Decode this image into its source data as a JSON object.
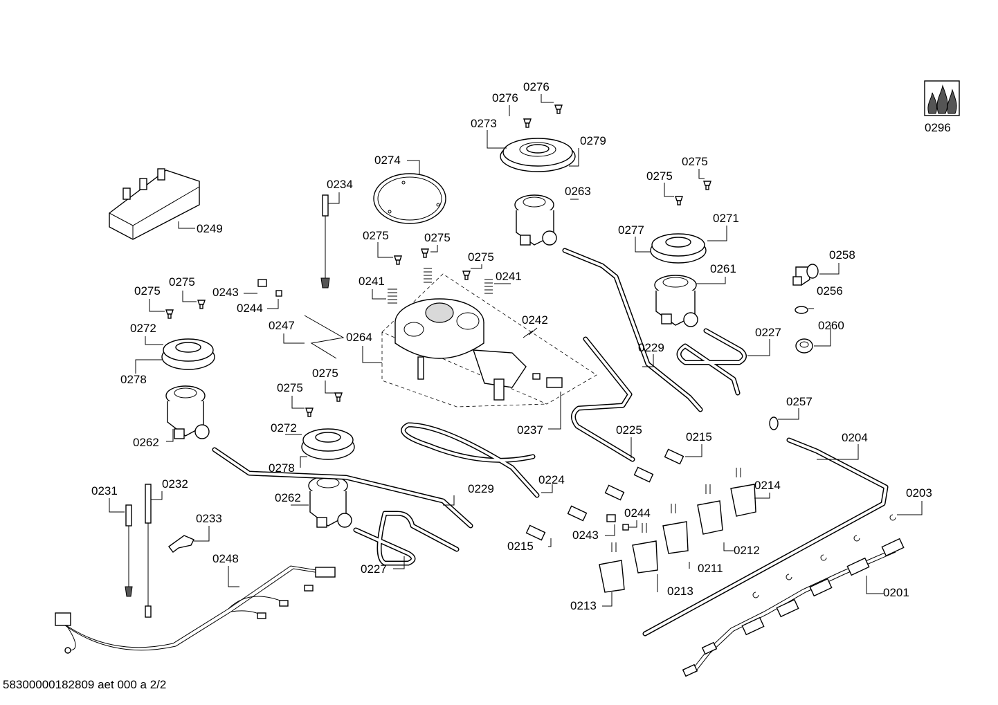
{
  "document_id": "58300000182809 aet 000 a 2/2",
  "labels": [
    {
      "id": "l-0276a",
      "text": "0276"
    },
    {
      "id": "l-0276b",
      "text": "0276"
    },
    {
      "id": "l-0273",
      "text": "0273"
    },
    {
      "id": "l-0279",
      "text": "0279"
    },
    {
      "id": "l-0274",
      "text": "0274"
    },
    {
      "id": "l-0263",
      "text": "0263"
    },
    {
      "id": "l-0234",
      "text": "0234"
    },
    {
      "id": "l-0249",
      "text": "0249"
    },
    {
      "id": "l-0275a",
      "text": "0275"
    },
    {
      "id": "l-0275b",
      "text": "0275"
    },
    {
      "id": "l-0277",
      "text": "0277"
    },
    {
      "id": "l-0271",
      "text": "0271"
    },
    {
      "id": "l-0275c",
      "text": "0275"
    },
    {
      "id": "l-0275d",
      "text": "0275"
    },
    {
      "id": "l-0275e",
      "text": "0275"
    },
    {
      "id": "l-0241a",
      "text": "0241"
    },
    {
      "id": "l-0241b",
      "text": "0241"
    },
    {
      "id": "l-0258",
      "text": "0258"
    },
    {
      "id": "l-0261",
      "text": "0261"
    },
    {
      "id": "l-0275f",
      "text": "0275"
    },
    {
      "id": "l-0275g",
      "text": "0275"
    },
    {
      "id": "l-0243a",
      "text": "0243"
    },
    {
      "id": "l-0244a",
      "text": "0244"
    },
    {
      "id": "l-0256",
      "text": "0256"
    },
    {
      "id": "l-0242",
      "text": "0242"
    },
    {
      "id": "l-0260",
      "text": "0260"
    },
    {
      "id": "l-0272a",
      "text": "0272"
    },
    {
      "id": "l-0247",
      "text": "0247"
    },
    {
      "id": "l-0264",
      "text": "0264"
    },
    {
      "id": "l-0227a",
      "text": "0227"
    },
    {
      "id": "l-0229a",
      "text": "0229"
    },
    {
      "id": "l-0278a",
      "text": "0278"
    },
    {
      "id": "l-0275h",
      "text": "0275"
    },
    {
      "id": "l-0275i",
      "text": "0275"
    },
    {
      "id": "l-0257",
      "text": "0257"
    },
    {
      "id": "l-0262a",
      "text": "0262"
    },
    {
      "id": "l-0272b",
      "text": "0272"
    },
    {
      "id": "l-0237",
      "text": "0237"
    },
    {
      "id": "l-0225",
      "text": "0225"
    },
    {
      "id": "l-0215a",
      "text": "0215"
    },
    {
      "id": "l-0204",
      "text": "0204"
    },
    {
      "id": "l-0278b",
      "text": "0278"
    },
    {
      "id": "l-0224",
      "text": "0224"
    },
    {
      "id": "l-0214",
      "text": "0214"
    },
    {
      "id": "l-0231",
      "text": "0231"
    },
    {
      "id": "l-0232",
      "text": "0232"
    },
    {
      "id": "l-0229b",
      "text": "0229"
    },
    {
      "id": "l-0262b",
      "text": "0262"
    },
    {
      "id": "l-0203",
      "text": "0203"
    },
    {
      "id": "l-0233",
      "text": "0233"
    },
    {
      "id": "l-0244b",
      "text": "0244"
    },
    {
      "id": "l-0243b",
      "text": "0243"
    },
    {
      "id": "l-0215b",
      "text": "0215"
    },
    {
      "id": "l-0212",
      "text": "0212"
    },
    {
      "id": "l-0248",
      "text": "0248"
    },
    {
      "id": "l-0211",
      "text": "0211"
    },
    {
      "id": "l-0227b",
      "text": "0227"
    },
    {
      "id": "l-0213a",
      "text": "0213"
    },
    {
      "id": "l-0201",
      "text": "0201"
    },
    {
      "id": "l-0213b",
      "text": "0213"
    },
    {
      "id": "l-0296",
      "text": "0296"
    }
  ]
}
